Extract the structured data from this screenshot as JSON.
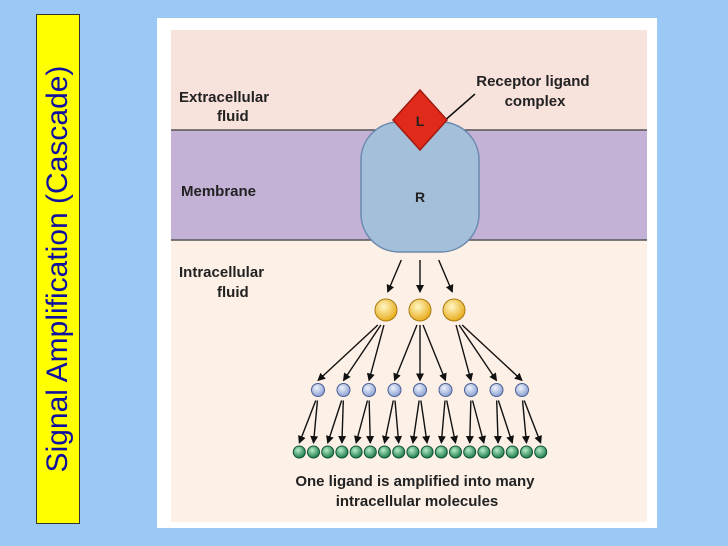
{
  "slide": {
    "side_title": "Signal Amplification (Cascade)"
  },
  "diagram": {
    "extracellular_label": [
      "Extracellular",
      "fluid"
    ],
    "membrane_label": "Membrane",
    "intracellular_label": [
      "Intracellular",
      "fluid"
    ],
    "receptor_label": "R",
    "ligand_label": "L",
    "complex_label": [
      "Receptor ligand",
      "complex"
    ],
    "caption": [
      "One ligand is amplified into many",
      "intracellular molecules"
    ],
    "level_counts": [
      3,
      9,
      18
    ],
    "colors": {
      "extracellular": "#f8e2dc",
      "membrane": "#c3b1d6",
      "intracellular": "#fdf0e6",
      "receptor": "#a3bfda",
      "ligand": "#e02a1a",
      "level1": "#f2c23d",
      "level2": "#a8b8de",
      "level3": "#2c9a63"
    }
  }
}
